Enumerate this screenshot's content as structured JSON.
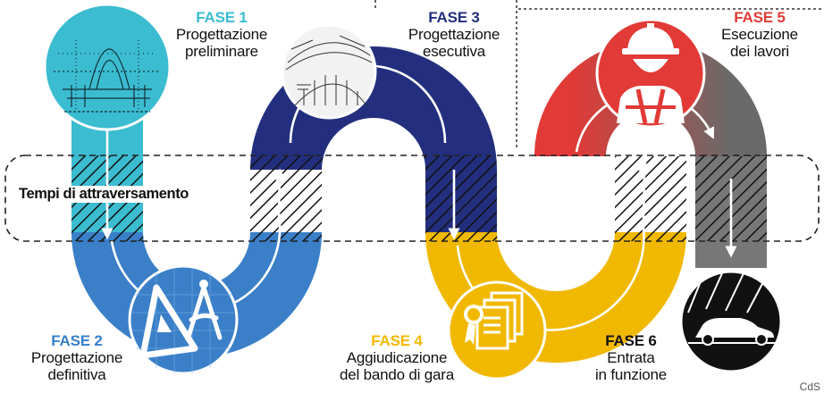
{
  "phases": [
    {
      "title": "FASE 1",
      "desc": [
        "Progettazione",
        "preliminare"
      ],
      "color": "#3bbcd0",
      "icon": "bridge-sketch-icon"
    },
    {
      "title": "FASE 2",
      "desc": [
        "Progettazione",
        "definitiva"
      ],
      "color": "#3a7fc8",
      "icon": "drafting-tools-icon"
    },
    {
      "title": "FASE 3",
      "desc": [
        "Progettazione",
        "esecutiva"
      ],
      "color": "#232f7e",
      "icon": "bridge-drawing-icon"
    },
    {
      "title": "FASE 4",
      "desc": [
        "Aggiudicazione",
        "del bando di gara"
      ],
      "color": "#f1b800",
      "icon": "award-documents-icon"
    },
    {
      "title": "FASE 5",
      "desc": [
        "Esecuzione",
        "dei lavori"
      ],
      "color": "#e23a36",
      "icon": "construction-worker-icon"
    },
    {
      "title": "FASE 6",
      "desc": [
        "Entrata",
        "in funzione"
      ],
      "color": "#111111",
      "icon": "car-tunnel-icon"
    }
  ],
  "band_label": "Tempi di attraversamento",
  "credit": "CdS"
}
